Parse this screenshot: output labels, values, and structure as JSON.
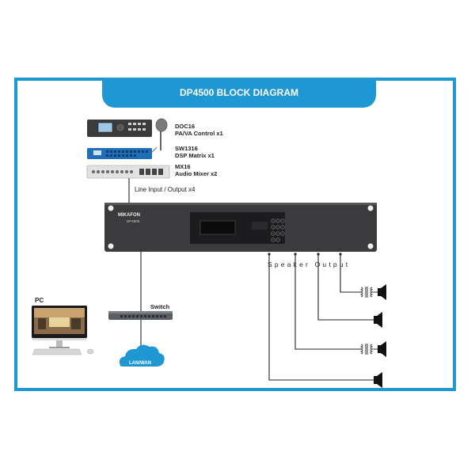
{
  "diagram": {
    "title": "DP4500 BLOCK DIAGRAM",
    "devices": {
      "doc16": {
        "model": "DOC16",
        "desc": "PA/VA Control x1"
      },
      "sw1316": {
        "model": "SW1316",
        "desc": "DSP Matrix x1"
      },
      "mx16": {
        "model": "MX16",
        "desc": "Audio Mixer x2"
      },
      "main_unit": {
        "brand": "MIKAFON",
        "model": "DP4500"
      }
    },
    "line_io_label": "Line Input / Output x4",
    "speaker_output_label": "Speaker Output",
    "pc_label": "PC",
    "switch_label": "Switch",
    "cloud_label": "LAN/WAN"
  },
  "colors": {
    "accent": "#1e97d3",
    "sw_blue": "#1f6fb8",
    "device_dark": "#3b3b3d"
  }
}
